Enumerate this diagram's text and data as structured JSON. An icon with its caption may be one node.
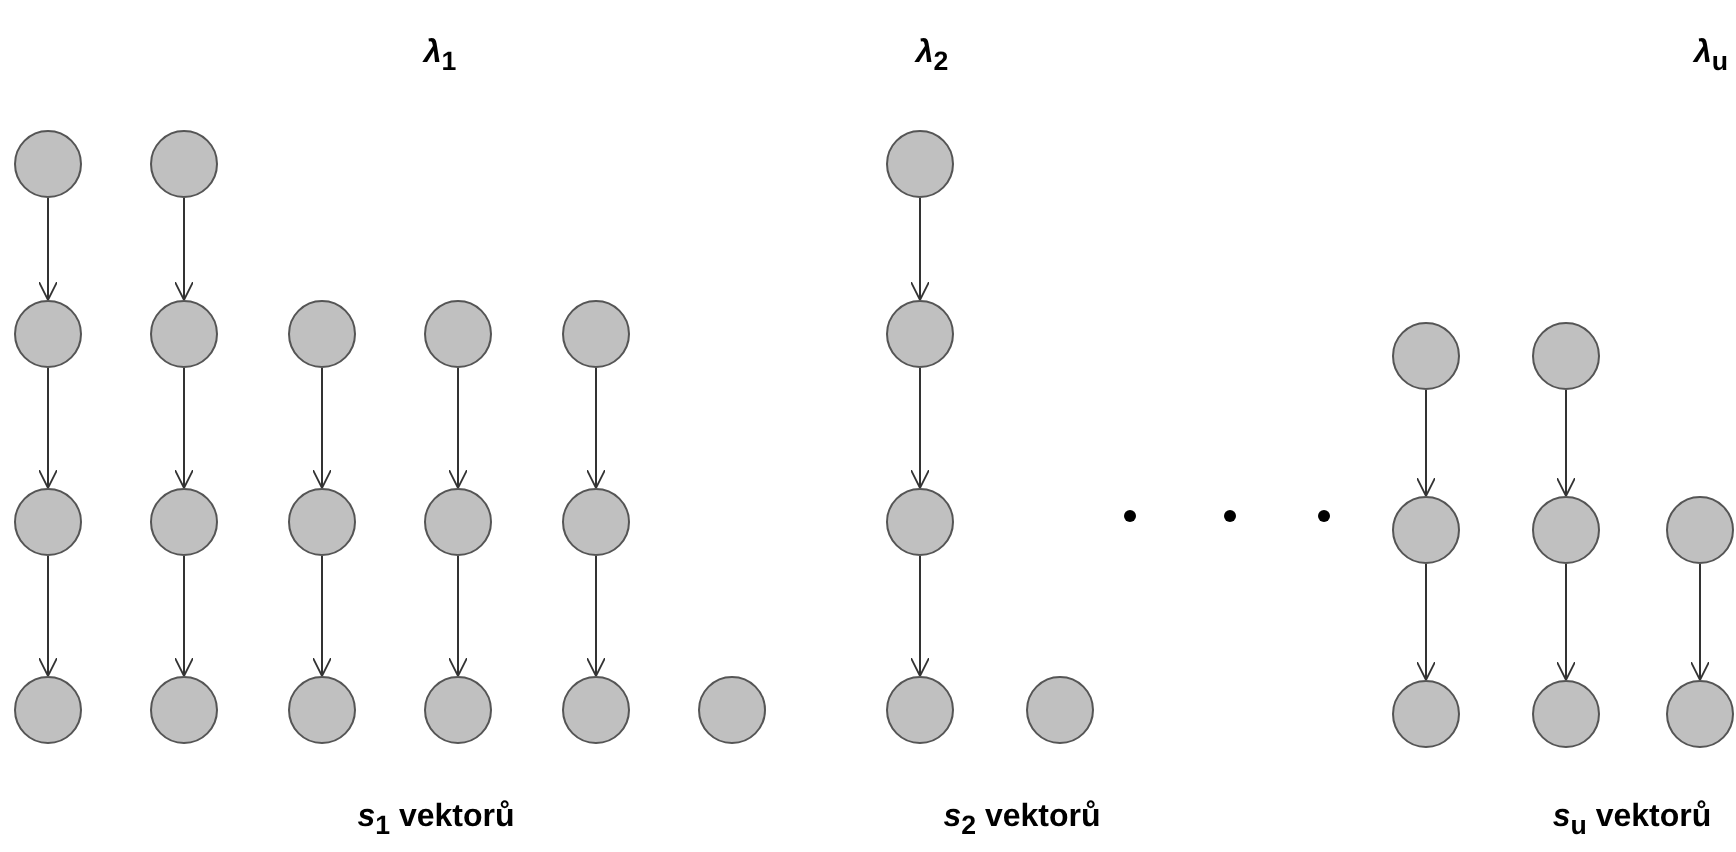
{
  "diagram": {
    "nodes": [
      {
        "text": [],
        "shape": "circle"
      },
      {
        "text": [],
        "shape": "circle"
      },
      {
        "text": [],
        "shape": "circle"
      },
      {
        "text": [],
        "shape": "circle"
      },
      {
        "text": [],
        "shape": "circle"
      },
      {
        "text": [],
        "shape": "circle"
      },
      {
        "text": [],
        "shape": "circle"
      },
      {
        "text": [],
        "shape": "circle"
      },
      {
        "text": [],
        "shape": "circle"
      },
      {
        "text": [],
        "shape": "circle"
      },
      {
        "text": [],
        "shape": "circle"
      },
      {
        "text": [],
        "shape": "circle"
      },
      {
        "text": [],
        "shape": "circle"
      },
      {
        "text": [],
        "shape": "circle"
      },
      {
        "text": [],
        "shape": "circle"
      },
      {
        "text": [],
        "shape": "circle"
      },
      {
        "text": [],
        "shape": "circle"
      },
      {
        "text": [],
        "shape": "circle"
      },
      {
        "text": [],
        "shape": "circle"
      },
      {
        "text": [],
        "shape": "circle"
      },
      {
        "text": [],
        "shape": "circle"
      },
      {
        "text": [],
        "shape": "circle"
      },
      {
        "text": [],
        "shape": "circle"
      },
      {
        "text": [],
        "shape": "circle"
      },
      {
        "text": [],
        "shape": "circle"
      },
      {
        "text": [],
        "shape": "circle"
      },
      {
        "text": [],
        "shape": "circle"
      },
      {
        "text": [],
        "shape": "circle"
      },
      {
        "text": [],
        "shape": "circle"
      },
      {
        "text": [],
        "shape": "circle"
      },
      {
        "text": [],
        "shape": "circle"
      }
    ],
    "edges": [
      {
        "from": 0,
        "to": 3,
        "arrow": "to"
      },
      {
        "from": 3,
        "to": 11,
        "arrow": "to"
      },
      {
        "from": 11,
        "to": 20,
        "arrow": "to"
      },
      {
        "from": 1,
        "to": 4,
        "arrow": "to"
      },
      {
        "from": 4,
        "to": 12,
        "arrow": "to"
      },
      {
        "from": 12,
        "to": 21,
        "arrow": "to"
      },
      {
        "from": 5,
        "to": 13,
        "arrow": "to"
      },
      {
        "from": 13,
        "to": 22,
        "arrow": "to"
      },
      {
        "from": 6,
        "to": 14,
        "arrow": "to"
      },
      {
        "from": 14,
        "to": 23,
        "arrow": "to"
      },
      {
        "from": 7,
        "to": 15,
        "arrow": "to"
      },
      {
        "from": 15,
        "to": 24,
        "arrow": "to"
      },
      {
        "from": 2,
        "to": 8,
        "arrow": "to"
      },
      {
        "from": 8,
        "to": 16,
        "arrow": "to"
      },
      {
        "from": 16,
        "to": 26,
        "arrow": "to"
      },
      {
        "from": 9,
        "to": 17,
        "arrow": "to"
      },
      {
        "from": 17,
        "to": 28,
        "arrow": "to"
      },
      {
        "from": 10,
        "to": 18,
        "arrow": "to"
      },
      {
        "from": 18,
        "to": 29,
        "arrow": "to"
      },
      {
        "from": 19,
        "to": 30,
        "arrow": "to"
      }
    ],
    "labels": [
      "*λ*$_{1}$",
      "*λ*$_{2}$",
      "*λ*$_{u}$",
      "*s*$_{1}$ vektorů",
      "*s*$_{2}$ vektorů",
      "*s*$_{u}$ vektorů"
    ]
  }
}
